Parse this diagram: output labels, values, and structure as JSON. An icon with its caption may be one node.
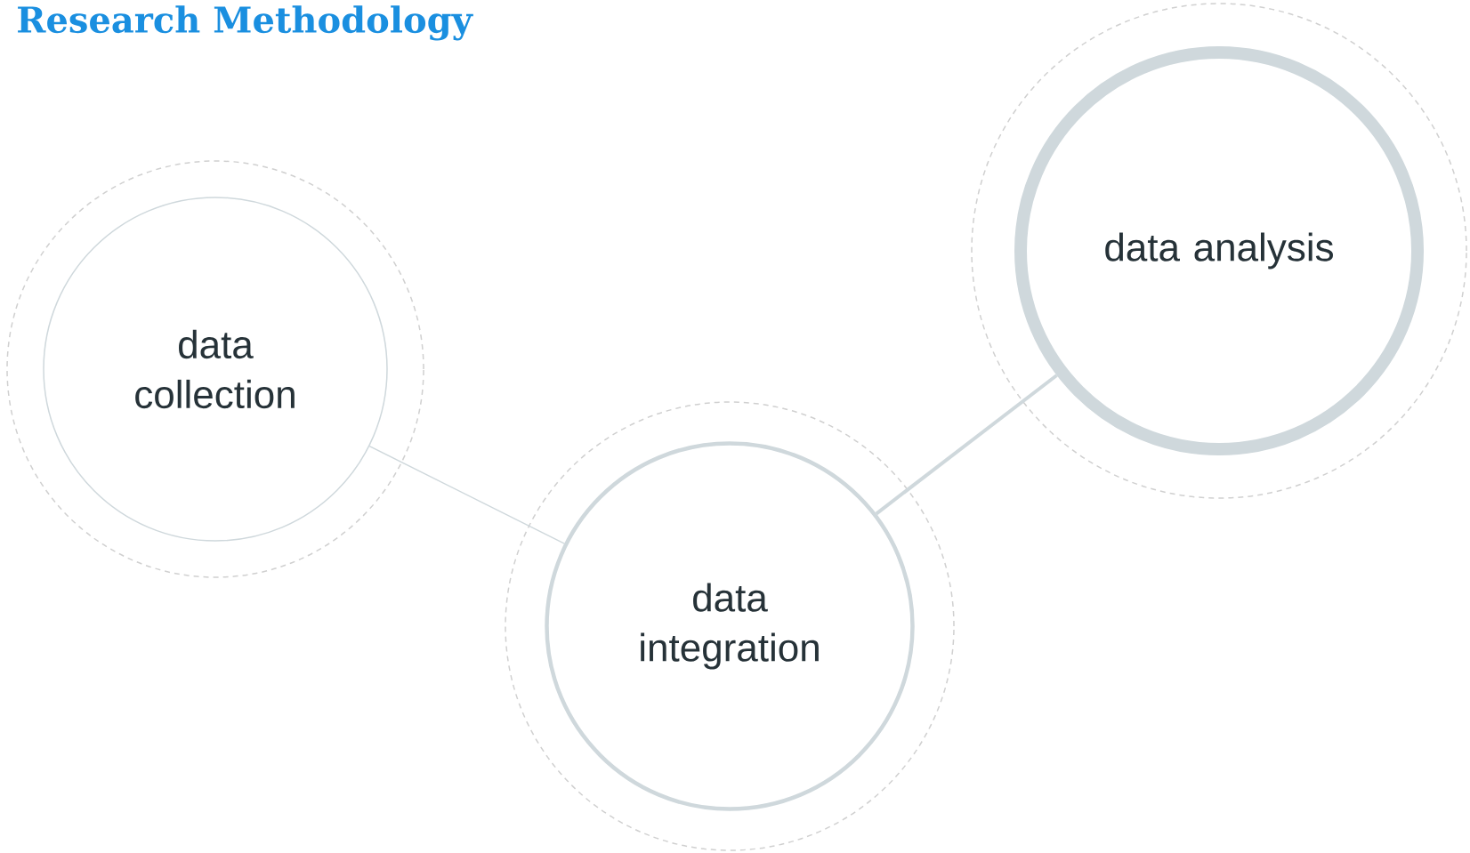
{
  "diagram": {
    "title": "Research Methodology",
    "nodes": [
      {
        "text": [
          "data collection"
        ]
      },
      {
        "text": [
          "data integration"
        ]
      },
      {
        "text": [
          "data analysis"
        ]
      }
    ],
    "edges": [
      {
        "from": 0,
        "to": 1,
        "arrow": "none"
      },
      {
        "from": 1,
        "to": 2,
        "arrow": "none",
        "style": "thick"
      }
    ]
  }
}
